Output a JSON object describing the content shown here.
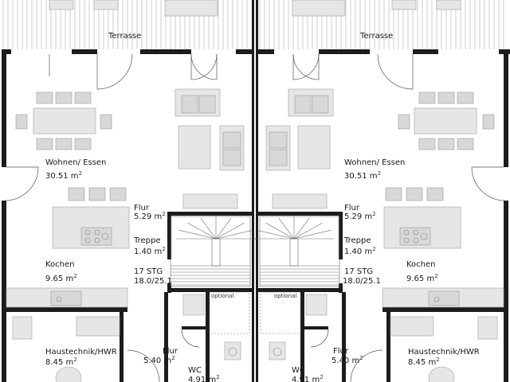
{
  "plan": {
    "left_unit": {
      "terrace": "Terrasse",
      "living": {
        "name": "Wohnen/ Essen",
        "area": "30.51 m",
        "sup": "2"
      },
      "hall_upper": {
        "name": "Flur",
        "area": "5.29 m",
        "sup": "2"
      },
      "stairs": {
        "name": "Treppe",
        "area": "1.40 m",
        "sup": "2"
      },
      "kitchen": {
        "name": "Kochen",
        "area": "9.65 m",
        "sup": "2"
      },
      "stair_spec": {
        "steps": "17 STG",
        "ratio": "18.0/25.1"
      },
      "optional_label": "optional",
      "utility": {
        "name": "Haustechnik/HWR",
        "area": "8.45 m",
        "sup": "2"
      },
      "hall_lower": {
        "name": "Flur",
        "area": "5.40 m",
        "sup": "2"
      },
      "wc": {
        "name": "WC",
        "area": "4.91 m",
        "sup": "2"
      }
    },
    "right_unit": {
      "terrace": "Terrasse",
      "living": {
        "name": "Wohnen/ Essen",
        "area": "30.51 m",
        "sup": "2"
      },
      "hall_upper": {
        "name": "Flur",
        "area": "5.29 m",
        "sup": "2"
      },
      "stairs": {
        "name": "Treppe",
        "area": "1.40 m",
        "sup": "2"
      },
      "kitchen": {
        "name": "Kochen",
        "area": "9.65 m",
        "sup": "2"
      },
      "stair_spec": {
        "steps": "17 STG",
        "ratio": "18.0/25.1"
      },
      "optional_label": "optional",
      "utility": {
        "name": "Haustechnik/HWR",
        "area": "8.45 m",
        "sup": "2"
      },
      "hall_lower": {
        "name": "Flur",
        "area": "5.40 m",
        "sup": "2"
      },
      "wc": {
        "name": "WC",
        "area": "4.91 m",
        "sup": "2"
      }
    }
  }
}
